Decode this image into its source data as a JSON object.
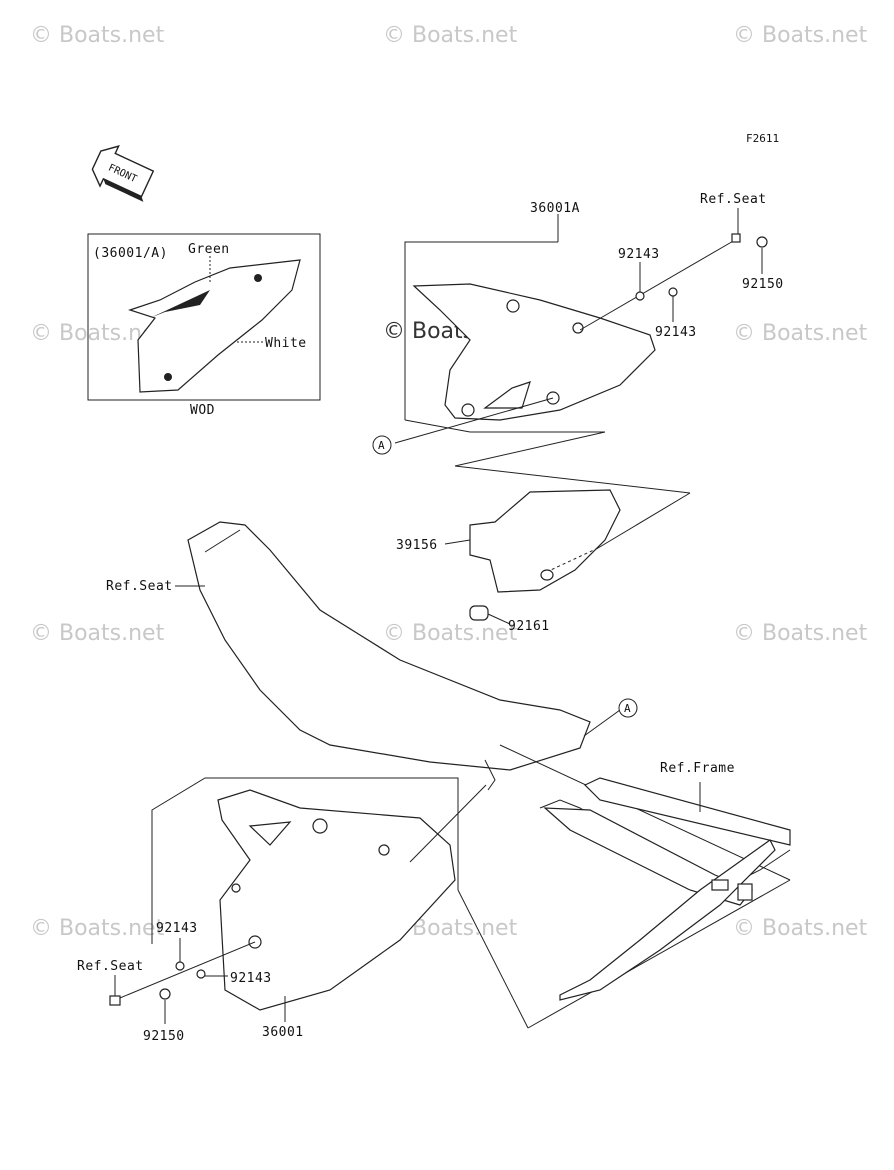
{
  "figure_code": "F2611",
  "front_arrow": "FRONT",
  "inset": {
    "title": "(36001/A)",
    "color_green": "Green",
    "color_white": "White",
    "caption": "WOD"
  },
  "labels": {
    "p36001A": "36001A",
    "p36001": "36001",
    "p92143_a": "92143",
    "p92143_b": "92143",
    "p92143_c": "92143",
    "p92143_d": "92143",
    "p92150_a": "92150",
    "p92150_b": "92150",
    "p39156": "39156",
    "p92161": "92161",
    "ref_seat_a": "Ref.Seat",
    "ref_seat_b": "Ref.Seat",
    "ref_seat_c": "Ref.Seat",
    "ref_frame": "Ref.Frame",
    "callout_a1": "A",
    "callout_a2": "A"
  },
  "watermark": "© Boats.net"
}
